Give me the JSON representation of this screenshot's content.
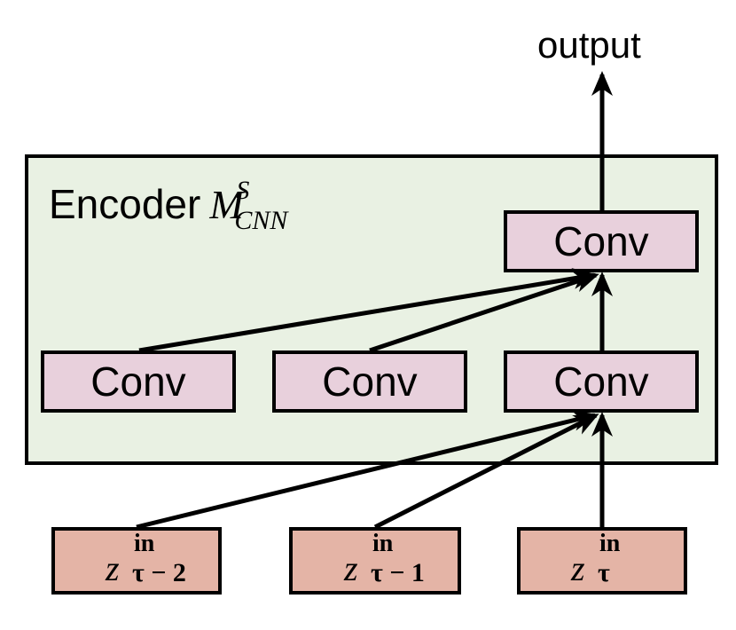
{
  "output_label": "output",
  "encoder": {
    "label": "Encoder",
    "symbol": "M",
    "symbol_sup": "S",
    "symbol_sub": "CNN"
  },
  "conv_top": {
    "label": "Conv"
  },
  "conv_row": [
    {
      "label": "Conv"
    },
    {
      "label": "Conv"
    },
    {
      "label": "Conv"
    }
  ],
  "inputs": [
    {
      "var": "z",
      "sup": "in",
      "sub": "τ − 2"
    },
    {
      "var": "z",
      "sup": "in",
      "sub": "τ − 1"
    },
    {
      "var": "z",
      "sup": "in",
      "sub": "τ"
    }
  ]
}
